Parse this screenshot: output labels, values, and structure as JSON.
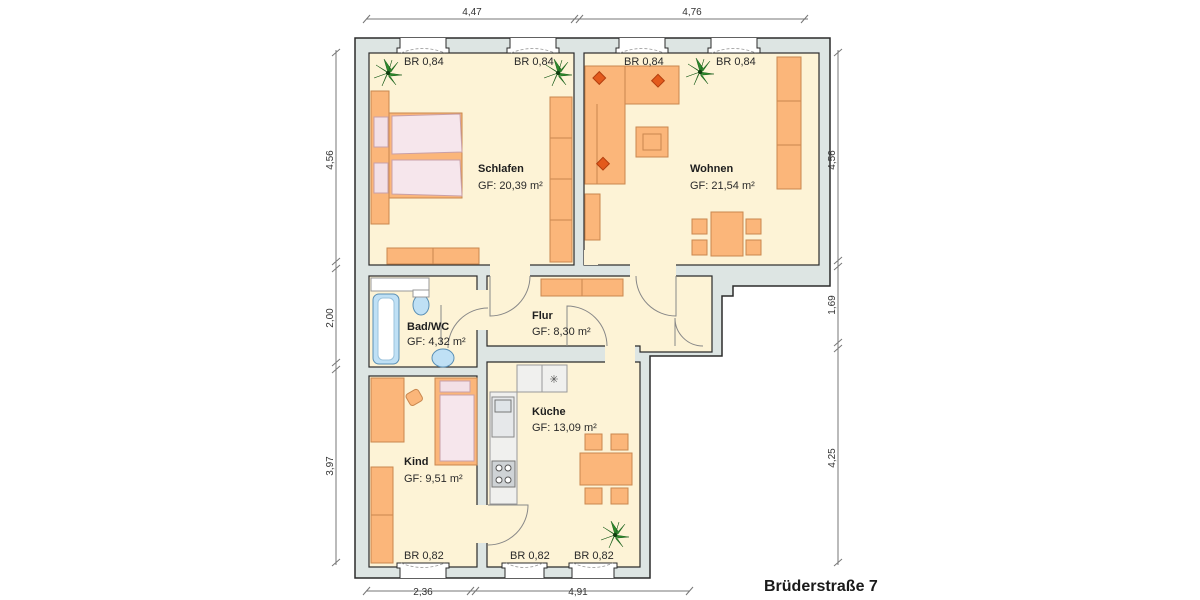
{
  "title": "Brüderstraße 7",
  "colors": {
    "wall": "#dde5e3",
    "wall_outline": "#2b2b2b",
    "floor": "#fdf3d6",
    "furniture": "#fbb67a",
    "furniture_outline": "#c9874f",
    "cushion": "#e35a1c",
    "plant": "#2b8a2b",
    "bath": "#bfe0f5",
    "dimension_line": "#777777"
  },
  "dimensions": {
    "top": [
      "4,47",
      "4,76"
    ],
    "bottom": [
      "2,36",
      "4,91"
    ],
    "left": [
      "4,56",
      "2,00",
      "3,97"
    ],
    "right": [
      "4,56",
      "1,69",
      "4,25"
    ]
  },
  "rooms": [
    {
      "name": "Schlafen",
      "area": "GF: 20,39 m²"
    },
    {
      "name": "Wohnen",
      "area": "GF: 21,54 m²"
    },
    {
      "name": "Bad/WC",
      "area": "GF: 4,32 m²"
    },
    {
      "name": "Flur",
      "area": "GF: 8,30 m²"
    },
    {
      "name": "Küche",
      "area": "GF: 13,09 m²"
    },
    {
      "name": "Kind",
      "area": "GF: 9,51 m²"
    }
  ],
  "windows": {
    "schlafen": [
      "BR 0,84",
      "BR 0,84"
    ],
    "wohnen": [
      "BR 0,84",
      "BR 0,84"
    ],
    "kind": [
      "BR 0,82"
    ],
    "kueche": [
      "BR 0,82",
      "BR 0,82"
    ]
  }
}
